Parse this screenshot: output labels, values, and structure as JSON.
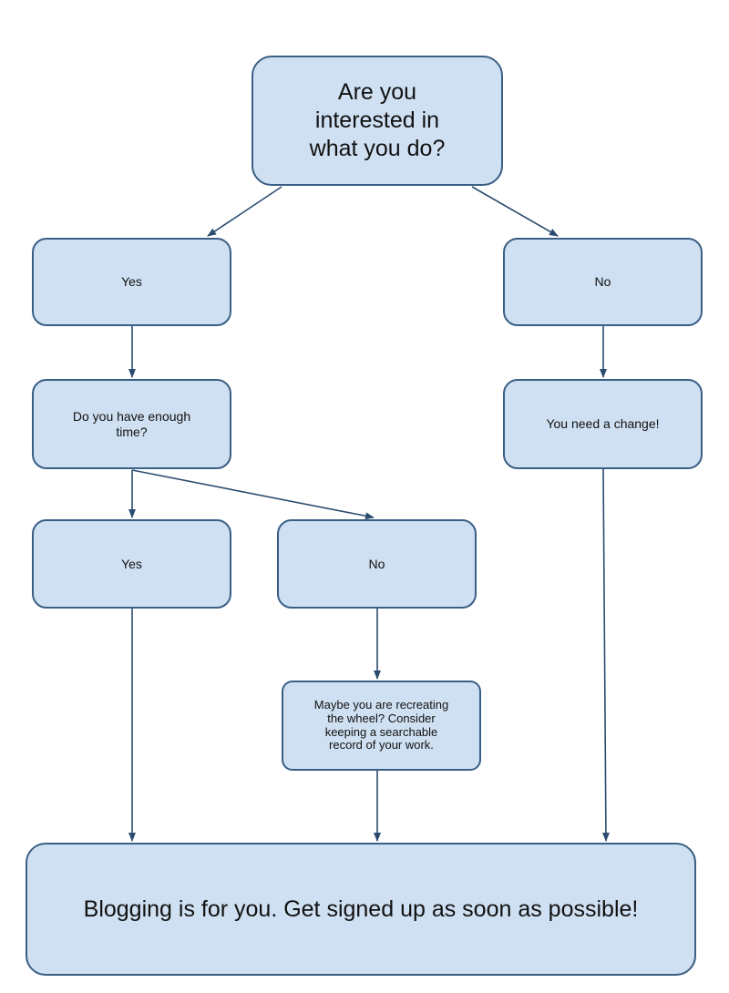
{
  "flowchart": {
    "question": "Are you\ninterested in\nwhat you do?",
    "interested_yes": "Yes",
    "interested_no": "No",
    "time_question": "Do you have enough\ntime?",
    "need_change": "You need a change!",
    "time_yes": "Yes",
    "time_no": "No",
    "recreating_wheel": "Maybe you are recreating\nthe wheel? Consider\nkeeping a searchable\nrecord of your work.",
    "conclusion": "Blogging is for you. Get signed up as soon as possible!"
  },
  "colors": {
    "node_fill": "#cfe0f2",
    "node_border": "#3a5f85",
    "edge": "#2b4c6f"
  },
  "edges": [
    {
      "from": "question",
      "to": "interested_yes"
    },
    {
      "from": "question",
      "to": "interested_no"
    },
    {
      "from": "interested_yes",
      "to": "time_question"
    },
    {
      "from": "interested_no",
      "to": "need_change"
    },
    {
      "from": "time_question",
      "to": "time_yes"
    },
    {
      "from": "time_question",
      "to": "time_no"
    },
    {
      "from": "time_no",
      "to": "recreating_wheel"
    },
    {
      "from": "time_yes",
      "to": "conclusion"
    },
    {
      "from": "recreating_wheel",
      "to": "conclusion"
    },
    {
      "from": "need_change",
      "to": "conclusion"
    }
  ]
}
